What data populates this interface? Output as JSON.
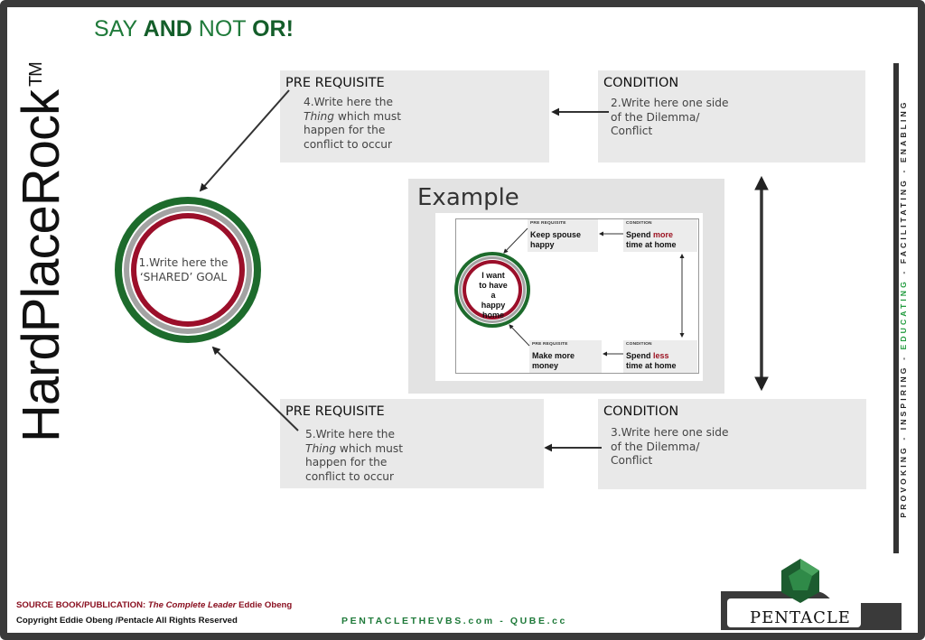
{
  "brand": {
    "name": "HardPlaceRock",
    "tm": "TM"
  },
  "headline": {
    "part1": "SAY ",
    "part2": "AND",
    "part3": " NOT ",
    "part4": "OR",
    "part5": "!"
  },
  "top_left_box": {
    "title": "PRE REQUISITE",
    "line1": "4.Write here the",
    "line2_italic": "Thing",
    "line2_rest": " which must",
    "line3": "happen for the",
    "line4": "conflict to occur"
  },
  "top_right_box": {
    "title": "CONDITION",
    "line1": "2.Write here one side",
    "line2": "of the Dilemma/",
    "line3": "Conflict"
  },
  "bottom_left_box": {
    "title": "PRE REQUISITE",
    "line1": "5.Write here the",
    "line2_italic": "Thing",
    "line2_rest": " which must",
    "line3": "happen for the",
    "line4": "conflict to occur"
  },
  "bottom_right_box": {
    "title": "CONDITION",
    "line1": "3.Write here one side",
    "line2": "of the Dilemma/",
    "line3": "Conflict"
  },
  "goal": {
    "line1": "1.Write here the",
    "line2": "‘SHARED’ GOAL"
  },
  "example": {
    "title": "Example",
    "pr1": {
      "title": "PRE REQUISITE",
      "line1": "Keep spouse",
      "line2": "happy"
    },
    "c1": {
      "title": "CONDITION",
      "pre": "Spend ",
      "emph": "more",
      "line2": "time at home"
    },
    "pr2": {
      "title": "PRE REQUISITE",
      "line1": "Make more",
      "line2": "money"
    },
    "c2": {
      "title": "CONDITION",
      "pre": "Spend ",
      "emph": "less",
      "line2": "time at home"
    },
    "goal": {
      "line1": "I want",
      "line2": "to have",
      "line3": "a",
      "line4": "happy",
      "line5": "home"
    }
  },
  "tagline": {
    "part1": "PROVOKING - INSPIRING - ",
    "part2": "EDUCATING",
    "part3": " - FACILITATING - ENABLING"
  },
  "footer": {
    "source_label": "SOURCE BOOK/PUBLICATION: ",
    "source_title": "The Complete Leader",
    "source_author": "   Eddie Obeng",
    "copyright": "Copyright Eddie Obeng /Pentacle    All Rights Reserved",
    "website": "PENTACLETHEVBS.com   -   QUBE.cc",
    "logo_text": "PENTACLE"
  },
  "colors": {
    "ring_green": "#1d6b2c",
    "ring_grey": "#a3a3a3",
    "ring_red": "#9b0f2a",
    "accent_green": "#1f7a3a",
    "box_grey": "#e9e9e9"
  }
}
